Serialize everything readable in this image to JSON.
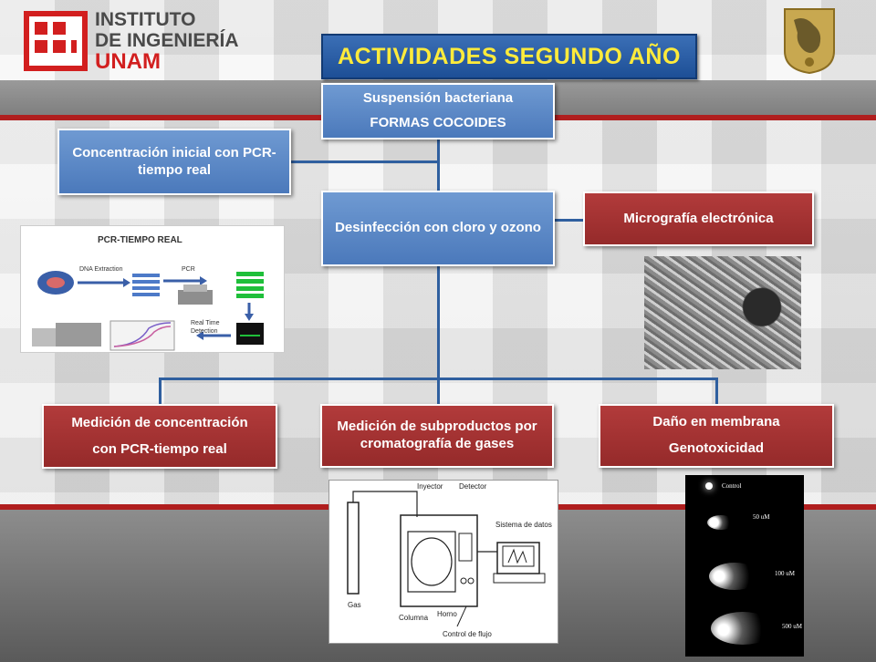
{
  "header": {
    "institute_line1": "INSTITUTO",
    "institute_line2": "DE INGENIERÍA",
    "institute_line3": "UNAM",
    "title": "ACTIVIDADES SEGUNDO AÑO"
  },
  "boxes": {
    "suspension_line1": "Suspensión bacteriana",
    "suspension_line2": "FORMAS COCOIDES",
    "concentracion": "Concentración inicial con PCR-tiempo real",
    "desinfeccion": "Desinfección con cloro y ozono",
    "micrografia": "Micrografía electrónica",
    "medicion_pcr_line1": "Medición de concentración",
    "medicion_pcr_line2": "con PCR-tiempo real",
    "subproductos": "Medición de subproductos por cromatografía de gases",
    "dano_line1": "Daño en membrana",
    "dano_line2": "Genotoxicidad"
  },
  "pcr_figure": {
    "title": "PCR-TIEMPO REAL",
    "dna_extraction": "DNA Extraction",
    "pcr": "PCR",
    "real_time": "Real Time",
    "detection": "Detection"
  },
  "gc_figure": {
    "inyector": "Inyector",
    "detector": "Detector",
    "sistema": "Sistema de datos",
    "gas": "Gas",
    "columna": "Columna",
    "horno": "Horno",
    "control": "Control de flujo"
  },
  "comet_figure": {
    "control": "Control",
    "c50": "50 uM",
    "c100": "100 uM",
    "c500": "500 uM"
  },
  "colors": {
    "blue_box": "#5a86c5",
    "red_box": "#a33333",
    "title_text": "#ffeb3b",
    "accent_red": "#b01e1e"
  }
}
